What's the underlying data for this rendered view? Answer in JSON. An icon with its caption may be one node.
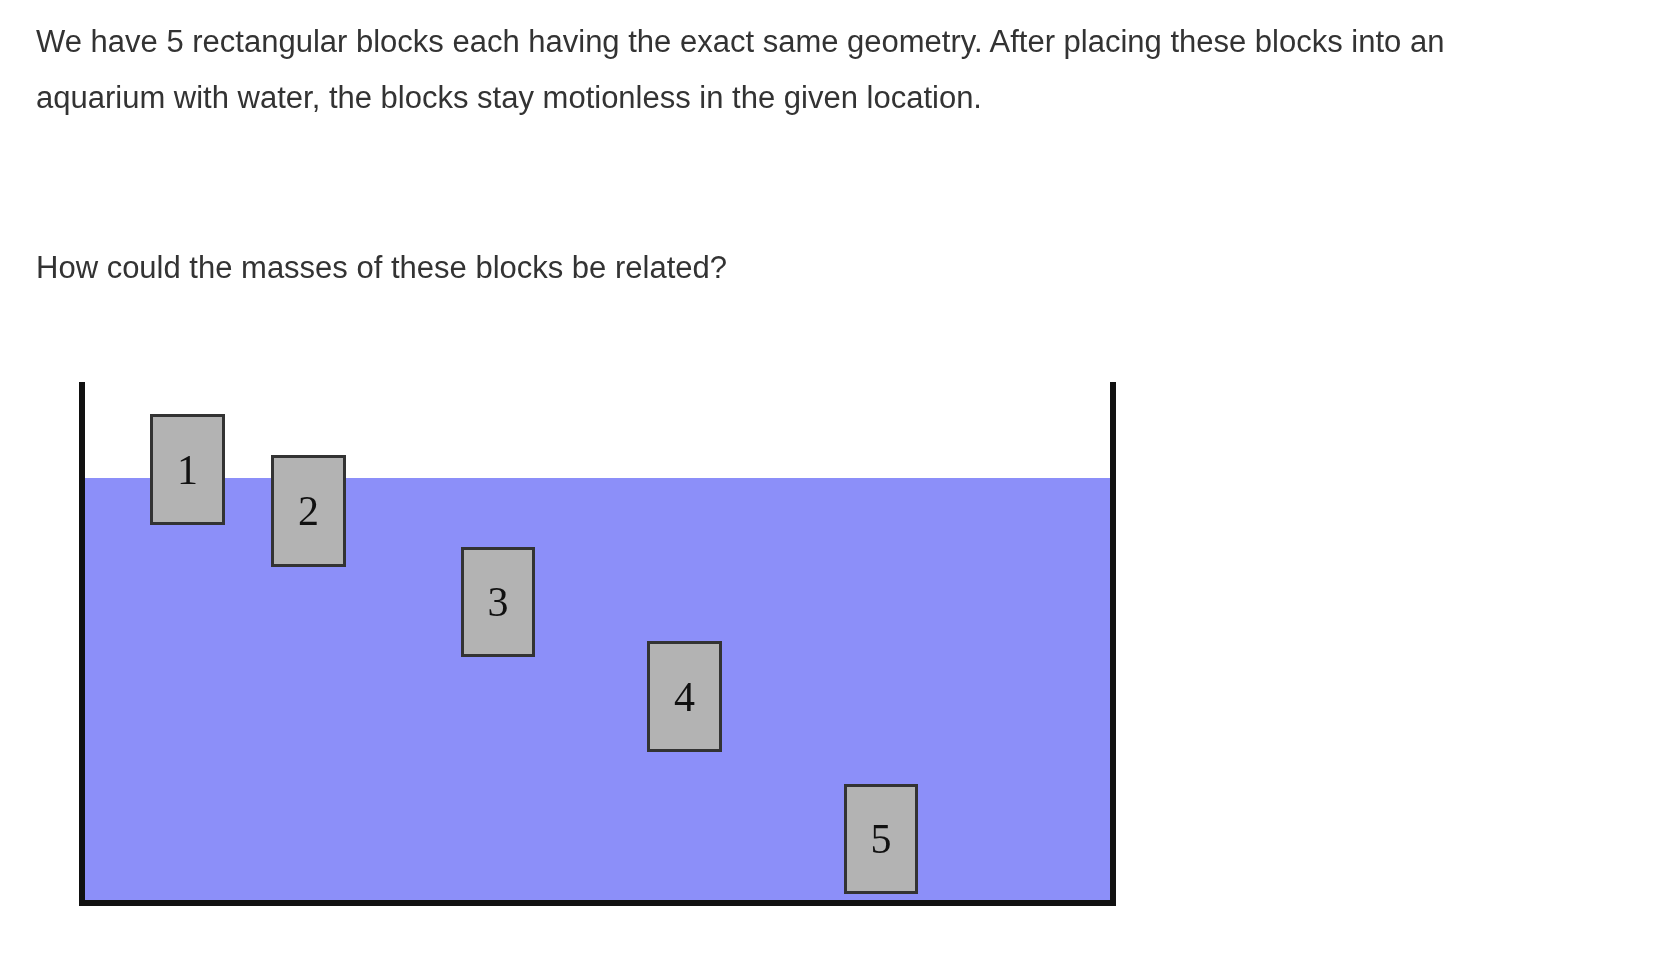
{
  "diagram": {
    "nodes": [
      {
        "text": [
          "1"
        ]
      },
      {
        "text": [
          "2"
        ]
      },
      {
        "text": [
          "3"
        ]
      },
      {
        "text": [
          "4"
        ]
      },
      {
        "text": [
          "5"
        ]
      }
    ],
    "labels": [
      "We have 5 rectangular blocks each having the exact same geometry. After placing these blocks into an aquarium with water, the blocks stay motionless in the given location.",
      "How could the masses of these blocks be related?"
    ]
  }
}
